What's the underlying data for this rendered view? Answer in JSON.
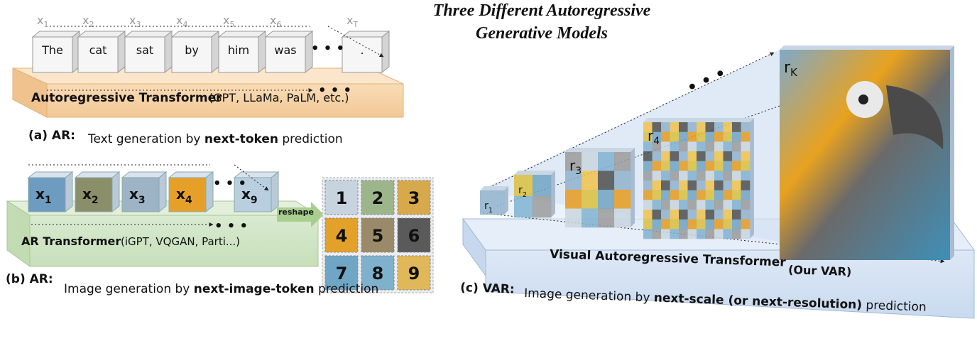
{
  "title": {
    "line1": "Three  Different  Autoregressive",
    "line2": "Generative  Models"
  },
  "panel_a": {
    "tokens": [
      {
        "sub": "1",
        "word": "The"
      },
      {
        "sub": "2",
        "word": "cat"
      },
      {
        "sub": "3",
        "word": "sat"
      },
      {
        "sub": "4",
        "word": "by"
      },
      {
        "sub": "5",
        "word": "him"
      },
      {
        "sub": "6",
        "word": "was"
      },
      {
        "sub": "T",
        "word": "."
      }
    ],
    "token_var": "x",
    "ellipsis": "• • •",
    "transformer_name": "Autoregressive Transformer",
    "transformer_examples": "(GPT, LLaMa, PaLM, etc.)",
    "caption_prefix": "(a) AR:",
    "caption_text": "Text generation by ",
    "caption_bold": "next-token",
    "caption_tail": " prediction"
  },
  "panel_b": {
    "tokens": [
      {
        "sub": "1"
      },
      {
        "sub": "2"
      },
      {
        "sub": "3"
      },
      {
        "sub": "4"
      },
      {
        "sub": "9"
      }
    ],
    "token_var": "x",
    "ellipsis": "• • •",
    "reshape_label": "reshape",
    "grid_labels": [
      "1",
      "2",
      "3",
      "4",
      "5",
      "6",
      "7",
      "8",
      "9"
    ],
    "transformer_name": "AR Transformer",
    "transformer_examples": "(iGPT, VQGAN, Parti...)",
    "caption_prefix": "(b) AR:",
    "caption_text": "Image generation by ",
    "caption_bold": "next-image-token",
    "caption_tail": " prediction"
  },
  "panel_c": {
    "scales": [
      {
        "var": "r",
        "sub": "1"
      },
      {
        "var": "r",
        "sub": "2"
      },
      {
        "var": "r",
        "sub": "3"
      },
      {
        "var": "r",
        "sub": "4"
      },
      {
        "var": "r",
        "sub": "K"
      }
    ],
    "ellipsis": "• • •",
    "transformer_name": "Visual Autoregressive Transformer",
    "transformer_examples": "(Our VAR)",
    "caption_prefix": "(c) VAR:",
    "caption_text": "Image generation by ",
    "caption_bold": "next-scale (or next-resolution)",
    "caption_tail": " prediction"
  },
  "colors": {
    "slab_orange": "#fbe6cb",
    "slab_green": "#d9ead0",
    "slab_blue": "#dde8f6",
    "parrot_yellow": "#e8a21f",
    "parrot_blue": "#3f8fb8"
  }
}
